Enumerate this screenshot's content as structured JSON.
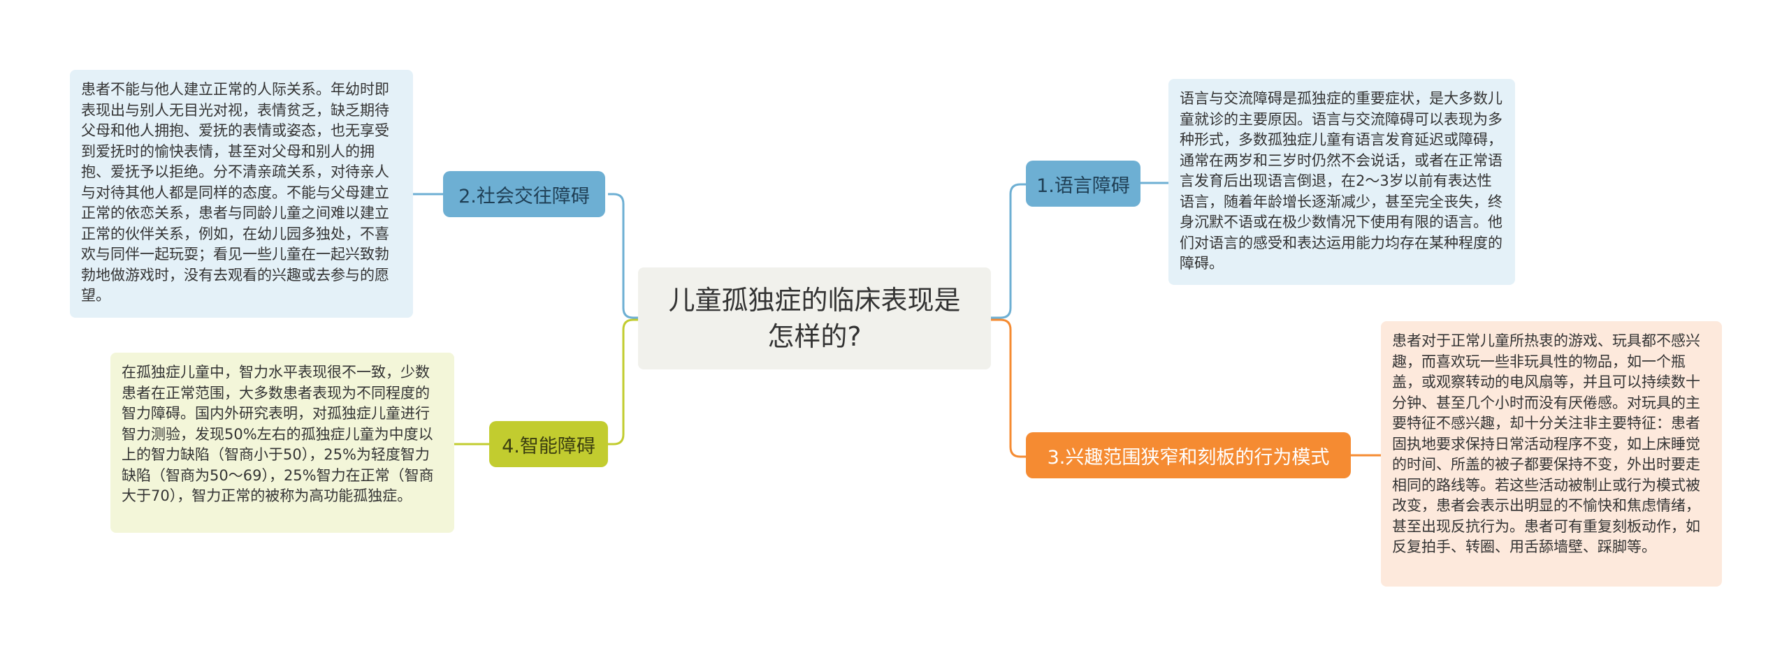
{
  "root": {
    "title": "儿童孤独症的临床表现是怎样的?"
  },
  "branches": [
    {
      "label": "1.语言障碍",
      "detail": "语言与交流障碍是孤独症的重要症状，是大多数儿童就诊的主要原因。语言与交流障碍可以表现为多种形式，多数孤独症儿童有语言发育延迟或障碍，通常在两岁和三岁时仍然不会说话，或者在正常语言发育后出现语言倒退，在2～3岁以前有表达性语言，随着年龄增长逐渐减少，甚至完全丧失，终身沉默不语或在极少数情况下使用有限的语言。他们对语言的感受和表达运用能力均存在某种程度的障碍。"
    },
    {
      "label": "2.社会交往障碍",
      "detail": "患者不能与他人建立正常的人际关系。年幼时即表现出与别人无目光对视，表情贫乏，缺乏期待父母和他人拥抱、爱抚的表情或姿态，也无享受到爱抚时的愉快表情，甚至对父母和别人的拥抱、爱抚予以拒绝。分不清亲疏关系，对待亲人与对待其他人都是同样的态度。不能与父母建立正常的依恋关系，患者与同龄儿童之间难以建立正常的伙伴关系，例如，在幼儿园多独处，不喜欢与同伴一起玩耍；看见一些儿童在一起兴致勃勃地做游戏时，没有去观看的兴趣或去参与的愿望。"
    },
    {
      "label": "3.兴趣范围狭窄和刻板的行为模式",
      "detail": "患者对于正常儿童所热衷的游戏、玩具都不感兴趣，而喜欢玩一些非玩具性的物品，如一个瓶盖，或观察转动的电风扇等，并且可以持续数十分钟、甚至几个小时而没有厌倦感。对玩具的主要特征不感兴趣，却十分关注非主要特征：患者固执地要求保持日常活动程序不变，如上床睡觉的时间、所盖的被子都要保持不变，外出时要走相同的路线等。若这些活动被制止或行为模式被改变，患者会表示出明显的不愉快和焦虑情绪，甚至出现反抗行为。患者可有重复刻板动作，如反复拍手、转圈、用舌舔墙壁、踩脚等。"
    },
    {
      "label": "4.智能障碍",
      "detail": "在孤独症儿童中，智力水平表现很不一致，少数患者在正常范围，大多数患者表现为不同程度的智力障碍。国内外研究表明，对孤独症儿童进行智力测验，发现50%左右的孤独症儿童为中度以上的智力缺陷（智商小于50），25%为轻度智力缺陷（智商为50～69），25%智力在正常（智商大于70），智力正常的被称为高功能孤独症。"
    }
  ],
  "colors": {
    "blue": "#6dafd3",
    "olive": "#c2cc2f",
    "orange": "#f58b32"
  }
}
